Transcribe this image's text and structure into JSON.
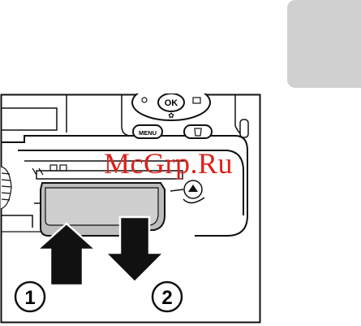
{
  "illustration": {
    "buttons": {
      "ok": "OK",
      "menu": "MENU"
    },
    "steps": [
      "1",
      "2"
    ]
  },
  "watermark": "McGrp.Ru",
  "colors": {
    "side_tab": "#d0d0d0",
    "watermark": "#e0201a",
    "line": "#111111",
    "card": "#bdbdbd"
  },
  "icons": [
    "up-arrow-icon",
    "down-arrow-icon",
    "trash-icon",
    "eject-icon"
  ]
}
